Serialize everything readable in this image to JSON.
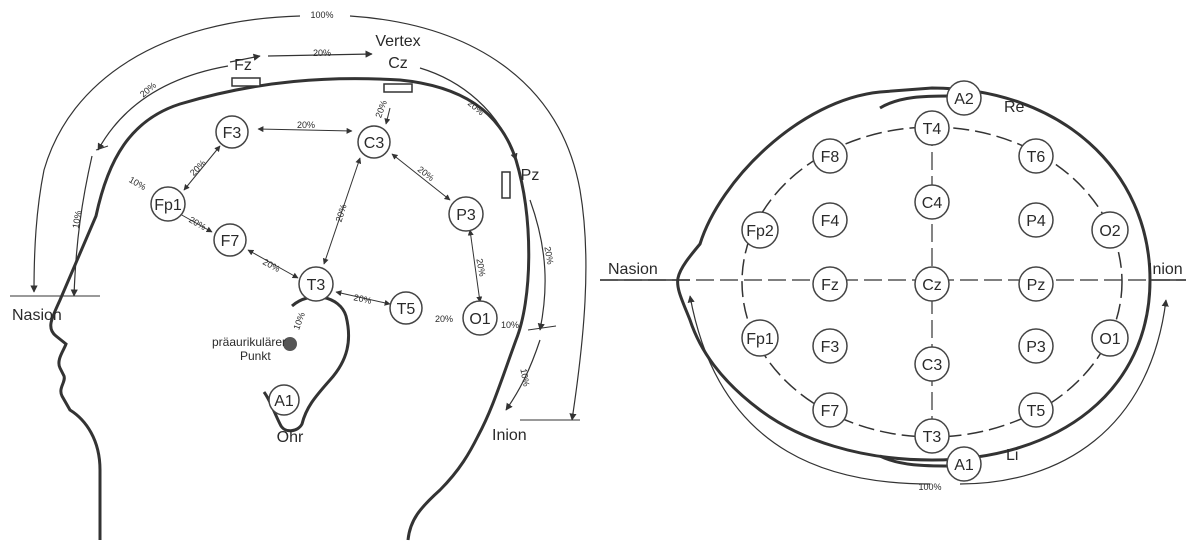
{
  "colors": {
    "ink": "#2a2a2a",
    "line": "#333333",
    "background": "#ffffff"
  },
  "side_view": {
    "labels": {
      "nasion": "Nasion",
      "inion": "Inion",
      "vertex": "Vertex",
      "ear": "Ohr",
      "preauricular_1": "präaurikulärer",
      "preauricular_2": "Punkt"
    },
    "electrodes": {
      "fz": "Fz",
      "cz": "Cz",
      "pz": "Pz",
      "f3": "F3",
      "c3": "C3",
      "fp1": "Fp1",
      "p3": "P3",
      "f7": "F7",
      "t3": "T3",
      "t5": "T5",
      "o1": "O1",
      "a1": "A1"
    },
    "percentages": {
      "total": "100%",
      "fz_cz": "20%",
      "nasion_fz": "20%",
      "cz_pz": "20%",
      "cz_c3": "20%",
      "f3_c3": "20%",
      "fp1_f3": "20%",
      "c3_p3": "20%",
      "c3_t3": "20%",
      "fp1_f7": "20%",
      "f7_t3": "20%",
      "p3_o1": "20%",
      "t3_t5": "20%",
      "t5_o1": "20%",
      "pz_inion": "20%",
      "nasion_fp1": "10%",
      "front_arc": "10%",
      "o1_inion": "10%",
      "ear_t3": "10%",
      "rear_arc": "10%"
    }
  },
  "top_view": {
    "labels": {
      "nasion": "Nasion",
      "inion": "Inion",
      "right": "Re",
      "left": "Li",
      "total": "100%"
    },
    "electrodes": {
      "a2": "A2",
      "t4": "T4",
      "f8": "F8",
      "t6": "T6",
      "c4": "C4",
      "f4": "F4",
      "p4": "P4",
      "fp2": "Fp2",
      "o2": "O2",
      "fz": "Fz",
      "cz": "Cz",
      "pz": "Pz",
      "fp1": "Fp1",
      "f3": "F3",
      "p3": "P3",
      "o1": "O1",
      "c3": "C3",
      "f7": "F7",
      "t5": "T5",
      "t3": "T3",
      "a1": "A1"
    }
  }
}
